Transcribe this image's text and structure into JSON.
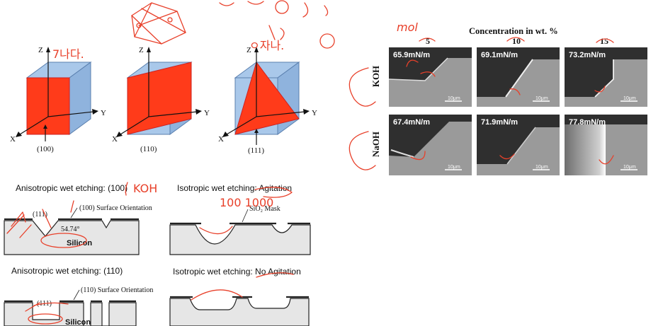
{
  "cubes": [
    {
      "z_label": "Z",
      "x_label": "X",
      "y_label": "Y",
      "plane_label": "(100)"
    },
    {
      "z_label": "Z",
      "x_label": "X",
      "y_label": "Y",
      "plane_label": "(110)"
    },
    {
      "z_label": "Z",
      "x_label": "X",
      "y_label": "Y",
      "plane_label": "(111)"
    }
  ],
  "etching": {
    "aniso_100_title": "Anisotropic wet etching: (100)",
    "aniso_100_plane": "(111)",
    "aniso_100_surface": "(100) Surface Orientation",
    "aniso_100_angle": "54.74°",
    "aniso_100_material": "Silicon",
    "iso_agit_title": "Isotropic wet etching: Agitation",
    "iso_agit_mask": "SiO₂ Mask",
    "aniso_110_title": "Anisotropic wet etching: (110)",
    "aniso_110_plane": "(111)",
    "aniso_110_surface": "(110) Surface Orientation",
    "aniso_110_material": "Silicon",
    "iso_noagit_title": "Isotropic wet etching: No Agitation"
  },
  "sem": {
    "title": "Concentration in wt. %",
    "columns": [
      "5",
      "10",
      "15"
    ],
    "rows": [
      "KOH",
      "NaOH"
    ],
    "values": [
      [
        "65.9mN/m",
        "69.1mN/m",
        "73.2mN/m"
      ],
      [
        "67.4mN/m",
        "71.9mN/m",
        "77.8mN/m"
      ]
    ],
    "scale_bar": "10μm"
  },
  "annotations": {
    "near_cube1": "7나다.",
    "near_cube3": "ㅇ자나.",
    "near_sem_title": "mol",
    "near_koh_title": "KOH",
    "iso_numbers": "100  1000"
  },
  "colors": {
    "face_red": "#ff3b1a",
    "cube_blue": "#a9c8ea",
    "ink": "#e8402a",
    "sem_dark": "#2f2f2f",
    "sem_mid": "#9a9a9a"
  }
}
